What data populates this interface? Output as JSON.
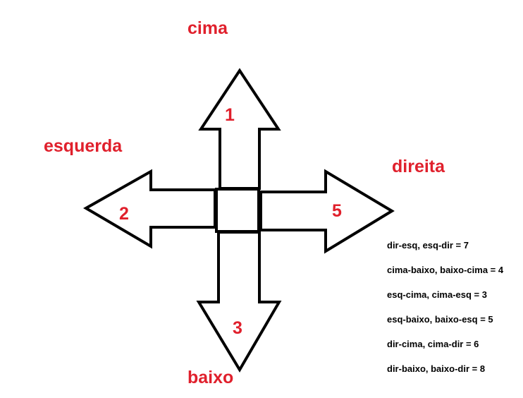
{
  "directions": {
    "up": "cima",
    "left": "esquerda",
    "right": "direita",
    "down": "baixo"
  },
  "arrow_numbers": {
    "up": "1",
    "left": "2",
    "right": "5",
    "down": "3"
  },
  "legend": [
    "dir-esq, esq-dir = 7",
    "cima-baixo, baixo-cima = 4",
    "esq-cima, cima-esq = 3",
    "esq-baixo, baixo-esq = 5",
    "dir-cima, cima-dir = 6",
    "dir-baixo, baixo-dir = 8"
  ],
  "colors": {
    "label": "#e0202c",
    "outline": "#000000",
    "background": "#ffffff"
  }
}
